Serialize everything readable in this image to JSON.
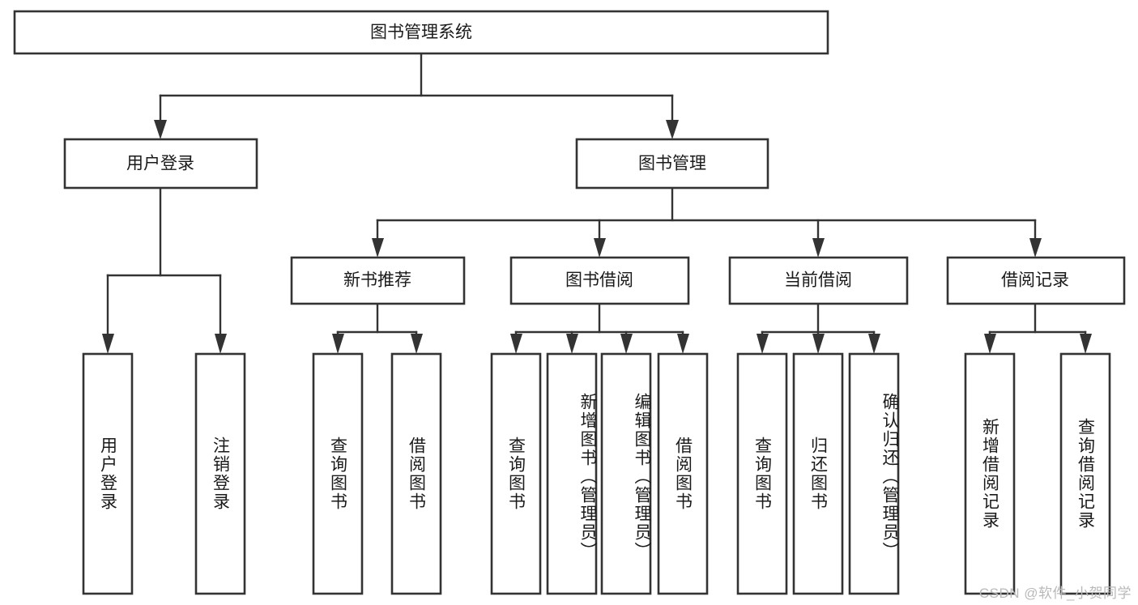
{
  "diagram": {
    "title": "图书管理系统",
    "type": "tree-hierarchy",
    "watermark": "CSDN @软件_小贺同学",
    "colors": {
      "box_stroke": "#333333",
      "box_fill": "#ffffff",
      "connector": "#333333",
      "text": "#1a1a1a",
      "background": "#ffffff",
      "watermark": "#b9b9b9"
    },
    "root": {
      "label": "图书管理系统"
    },
    "level1": [
      {
        "label": "用户登录"
      },
      {
        "label": "图书管理"
      }
    ],
    "level2": [
      {
        "label": "新书推荐"
      },
      {
        "label": "图书借阅"
      },
      {
        "label": "当前借阅"
      },
      {
        "label": "借阅记录"
      }
    ],
    "leaves": {
      "user_login": [
        {
          "label": "用户登录"
        },
        {
          "label": "注销登录"
        }
      ],
      "new_book_recommend": [
        {
          "label": "查询图书"
        },
        {
          "label": "借阅图书"
        }
      ],
      "book_borrow": [
        {
          "label": "查询图书"
        },
        {
          "label": "新增图书（管理员）"
        },
        {
          "label": "编辑图书（管理员）"
        },
        {
          "label": "借阅图书"
        }
      ],
      "current_borrow": [
        {
          "label": "查询图书"
        },
        {
          "label": "归还图书"
        },
        {
          "label": "确认归还（管理员）"
        }
      ],
      "borrow_record": [
        {
          "label": "新增借阅记录"
        },
        {
          "label": "查询借阅记录"
        }
      ]
    }
  }
}
